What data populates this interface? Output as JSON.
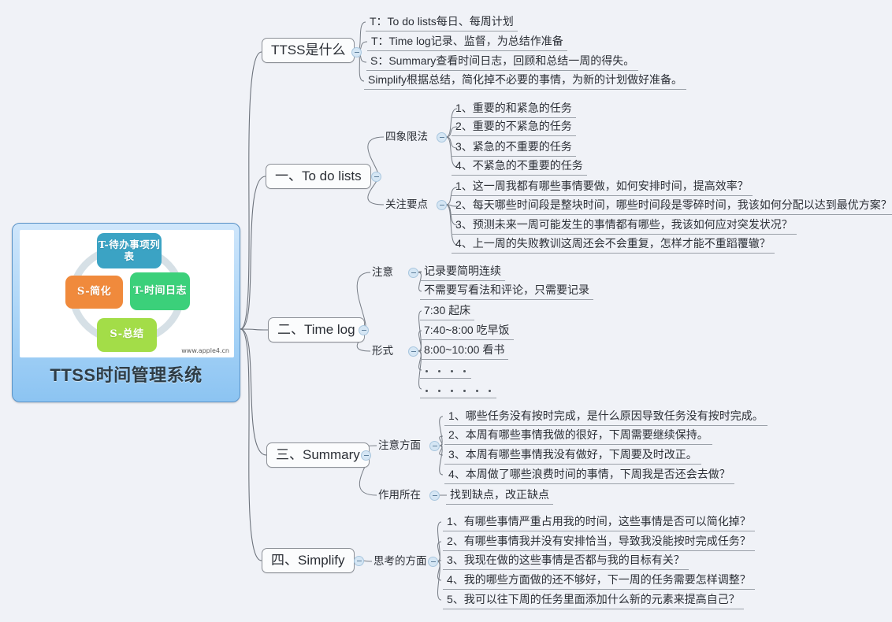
{
  "background_color": "#f0f2f7",
  "central": {
    "title": "TTSS时间管理系统",
    "watermark": "www.apple4.cn",
    "cycle_boxes": [
      {
        "label": "T-待办事项列表",
        "color": "#3ba3c4"
      },
      {
        "label": "S-简化",
        "color": "#f08a3c"
      },
      {
        "label": "T-时间日志",
        "color": "#3bd07a"
      },
      {
        "label": "S-总结",
        "color": "#a3dd48"
      }
    ]
  },
  "branches": [
    {
      "label": "TTSS是什么",
      "leaves": [
        "T：To do lists每日、每周计划",
        "T：Time log记录、监督，为总结作准备",
        "S：Summary查看时间日志，回顾和总结一周的得失。",
        "Simplify根据总结，简化掉不必要的事情，为新的计划做好准备。"
      ]
    },
    {
      "label": "一、To do lists",
      "groups": [
        {
          "label": "四象限法",
          "leaves": [
            "1、重要的和紧急的任务",
            "2、重要的不紧急的任务",
            "3、紧急的不重要的任务",
            "4、不紧急的不重要的任务"
          ]
        },
        {
          "label": "关注要点",
          "leaves": [
            "1、这一周我都有哪些事情要做，如何安排时间，提高效率？",
            "2、每天哪些时间段是整块时间，哪些时间段是零碎时间，我该如何分配以达到最优方案？",
            "3、预测未来一周可能发生的事情都有哪些，我该如何应对突发状况？",
            "4、上一周的失败教训这周还会不会重复，怎样才能不重蹈覆辙？"
          ]
        }
      ]
    },
    {
      "label": "二、Time log",
      "groups": [
        {
          "label": "注意",
          "leaves": [
            "记录要简明连续",
            "不需要写看法和评论，只需要记录"
          ]
        },
        {
          "label": "形式",
          "leaves": [
            "7:30        起床",
            "7:40~8:00    吃早饭",
            "8:00~10:00   看书",
            "····",
            "······"
          ]
        }
      ]
    },
    {
      "label": "三、Summary",
      "groups": [
        {
          "label": "注意方面",
          "leaves": [
            "1、哪些任务没有按时完成，是什么原因导致任务没有按时完成。",
            "2、本周有哪些事情我做的很好，下周需要继续保持。",
            "3、本周有哪些事情我没有做好，下周要及时改正。",
            "4、本周做了哪些浪费时间的事情，下周我是否还会去做？"
          ]
        },
        {
          "label": "作用所在",
          "leaves": [
            "找到缺点，改正缺点"
          ]
        }
      ]
    },
    {
      "label": "四、Simplify",
      "groups": [
        {
          "label": "思考的方面",
          "leaves": [
            "1、有哪些事情严重占用我的时间，这些事情是否可以简化掉？",
            "2、有哪些事情我并没有安排恰当，导致我没能按时完成任务？",
            "3、我现在做的这些事情是否都与我的目标有关？",
            "4、我的哪些方面做的还不够好，下一周的任务需要怎样调整？",
            "5、我可以往下周的任务里面添加什么新的元素来提高自己？"
          ]
        }
      ]
    }
  ]
}
